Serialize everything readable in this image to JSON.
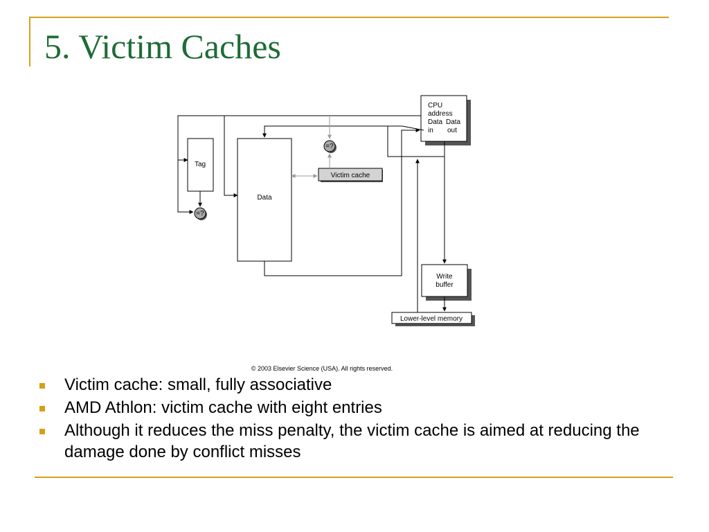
{
  "slide": {
    "title": "5. Victim Caches",
    "copyright": "© 2003 Elsevier Science (USA). All rights reserved.",
    "bullets": [
      "Victim cache: small, fully associative",
      "AMD Athlon: victim cache with eight entries",
      "Although it reduces the miss penalty, the victim cache is aimed at reducing the damage done by conflict misses"
    ],
    "accent_color": "#d4a017",
    "title_color": "#1e6b36"
  },
  "diagram": {
    "tag_label": "Tag",
    "data_label": "Data",
    "compare_label": "=?",
    "victim_cache_label": "Victim cache",
    "cpu_label": [
      "CPU",
      "address"
    ],
    "cpu_data_in": [
      "Data",
      "in"
    ],
    "cpu_data_out": [
      "Data",
      "out"
    ],
    "write_buffer_label": [
      "Write",
      "buffer"
    ],
    "lower_memory_label": "Lower-level memory"
  }
}
